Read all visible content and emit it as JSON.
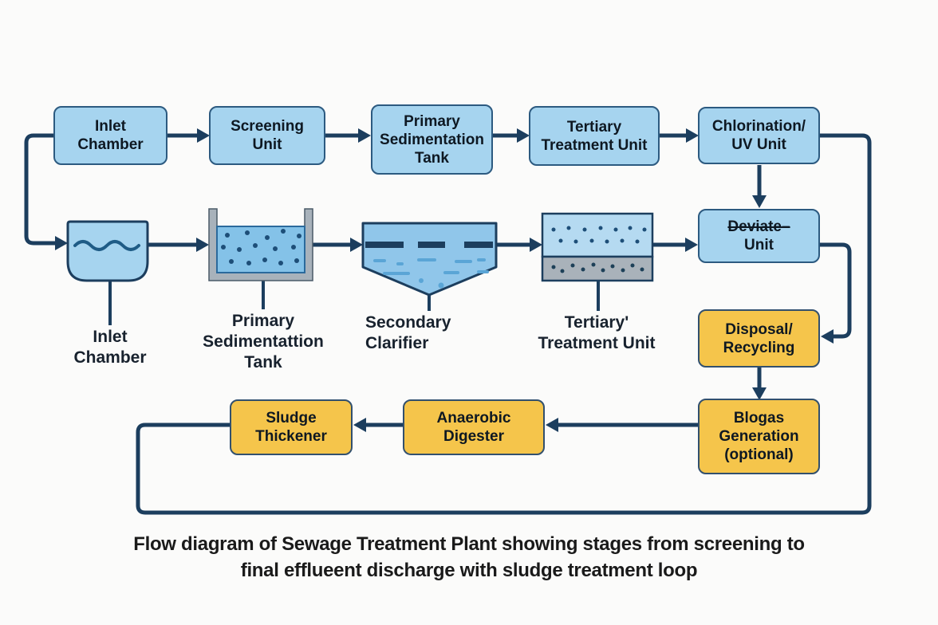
{
  "diagram": {
    "background": "#fbfbfa",
    "line_color": "#1c3e5e",
    "blue_fill": "#a6d4ef",
    "blue_border": "#2c5a80",
    "orange_fill": "#f5c54b",
    "orange_border": "#32506e",
    "tank_gray": "#a8b2bb",
    "water_blue": "#84c2e8",
    "dot_blue": "#1d4e78"
  },
  "top_row": {
    "inlet": "Inlet\nChamber",
    "screening": "Screening\nUnit",
    "primary": "Primary\nSedimentation\nTank",
    "tertiary": "Tertiary\nTreatment Unit",
    "chlorination": "Chlorination/\nUV Unit"
  },
  "mid": {
    "deviate_line1": "Deviate–",
    "deviate_line2": "Unit"
  },
  "right_col": {
    "disposal": "Disposal/\nRecycling",
    "biogas": "Blogas\nGeneration\n(optional)"
  },
  "bottom_row": {
    "sludge": "Sludge\nThickener",
    "anaerobic": "Anaerobic\nDigester"
  },
  "tank_labels": {
    "inlet": "Inlet\nChamber",
    "primary": "Primary\nSedimentattion\nTank",
    "secondary": "Secondary\nClarifier",
    "tertiary": "Tertiary'\nTreatment Unit"
  },
  "caption": "Flow diagram of Sewage Treatment Plant showing stages from screening to\nfinal efflueent discharge with sludge treatment loop"
}
